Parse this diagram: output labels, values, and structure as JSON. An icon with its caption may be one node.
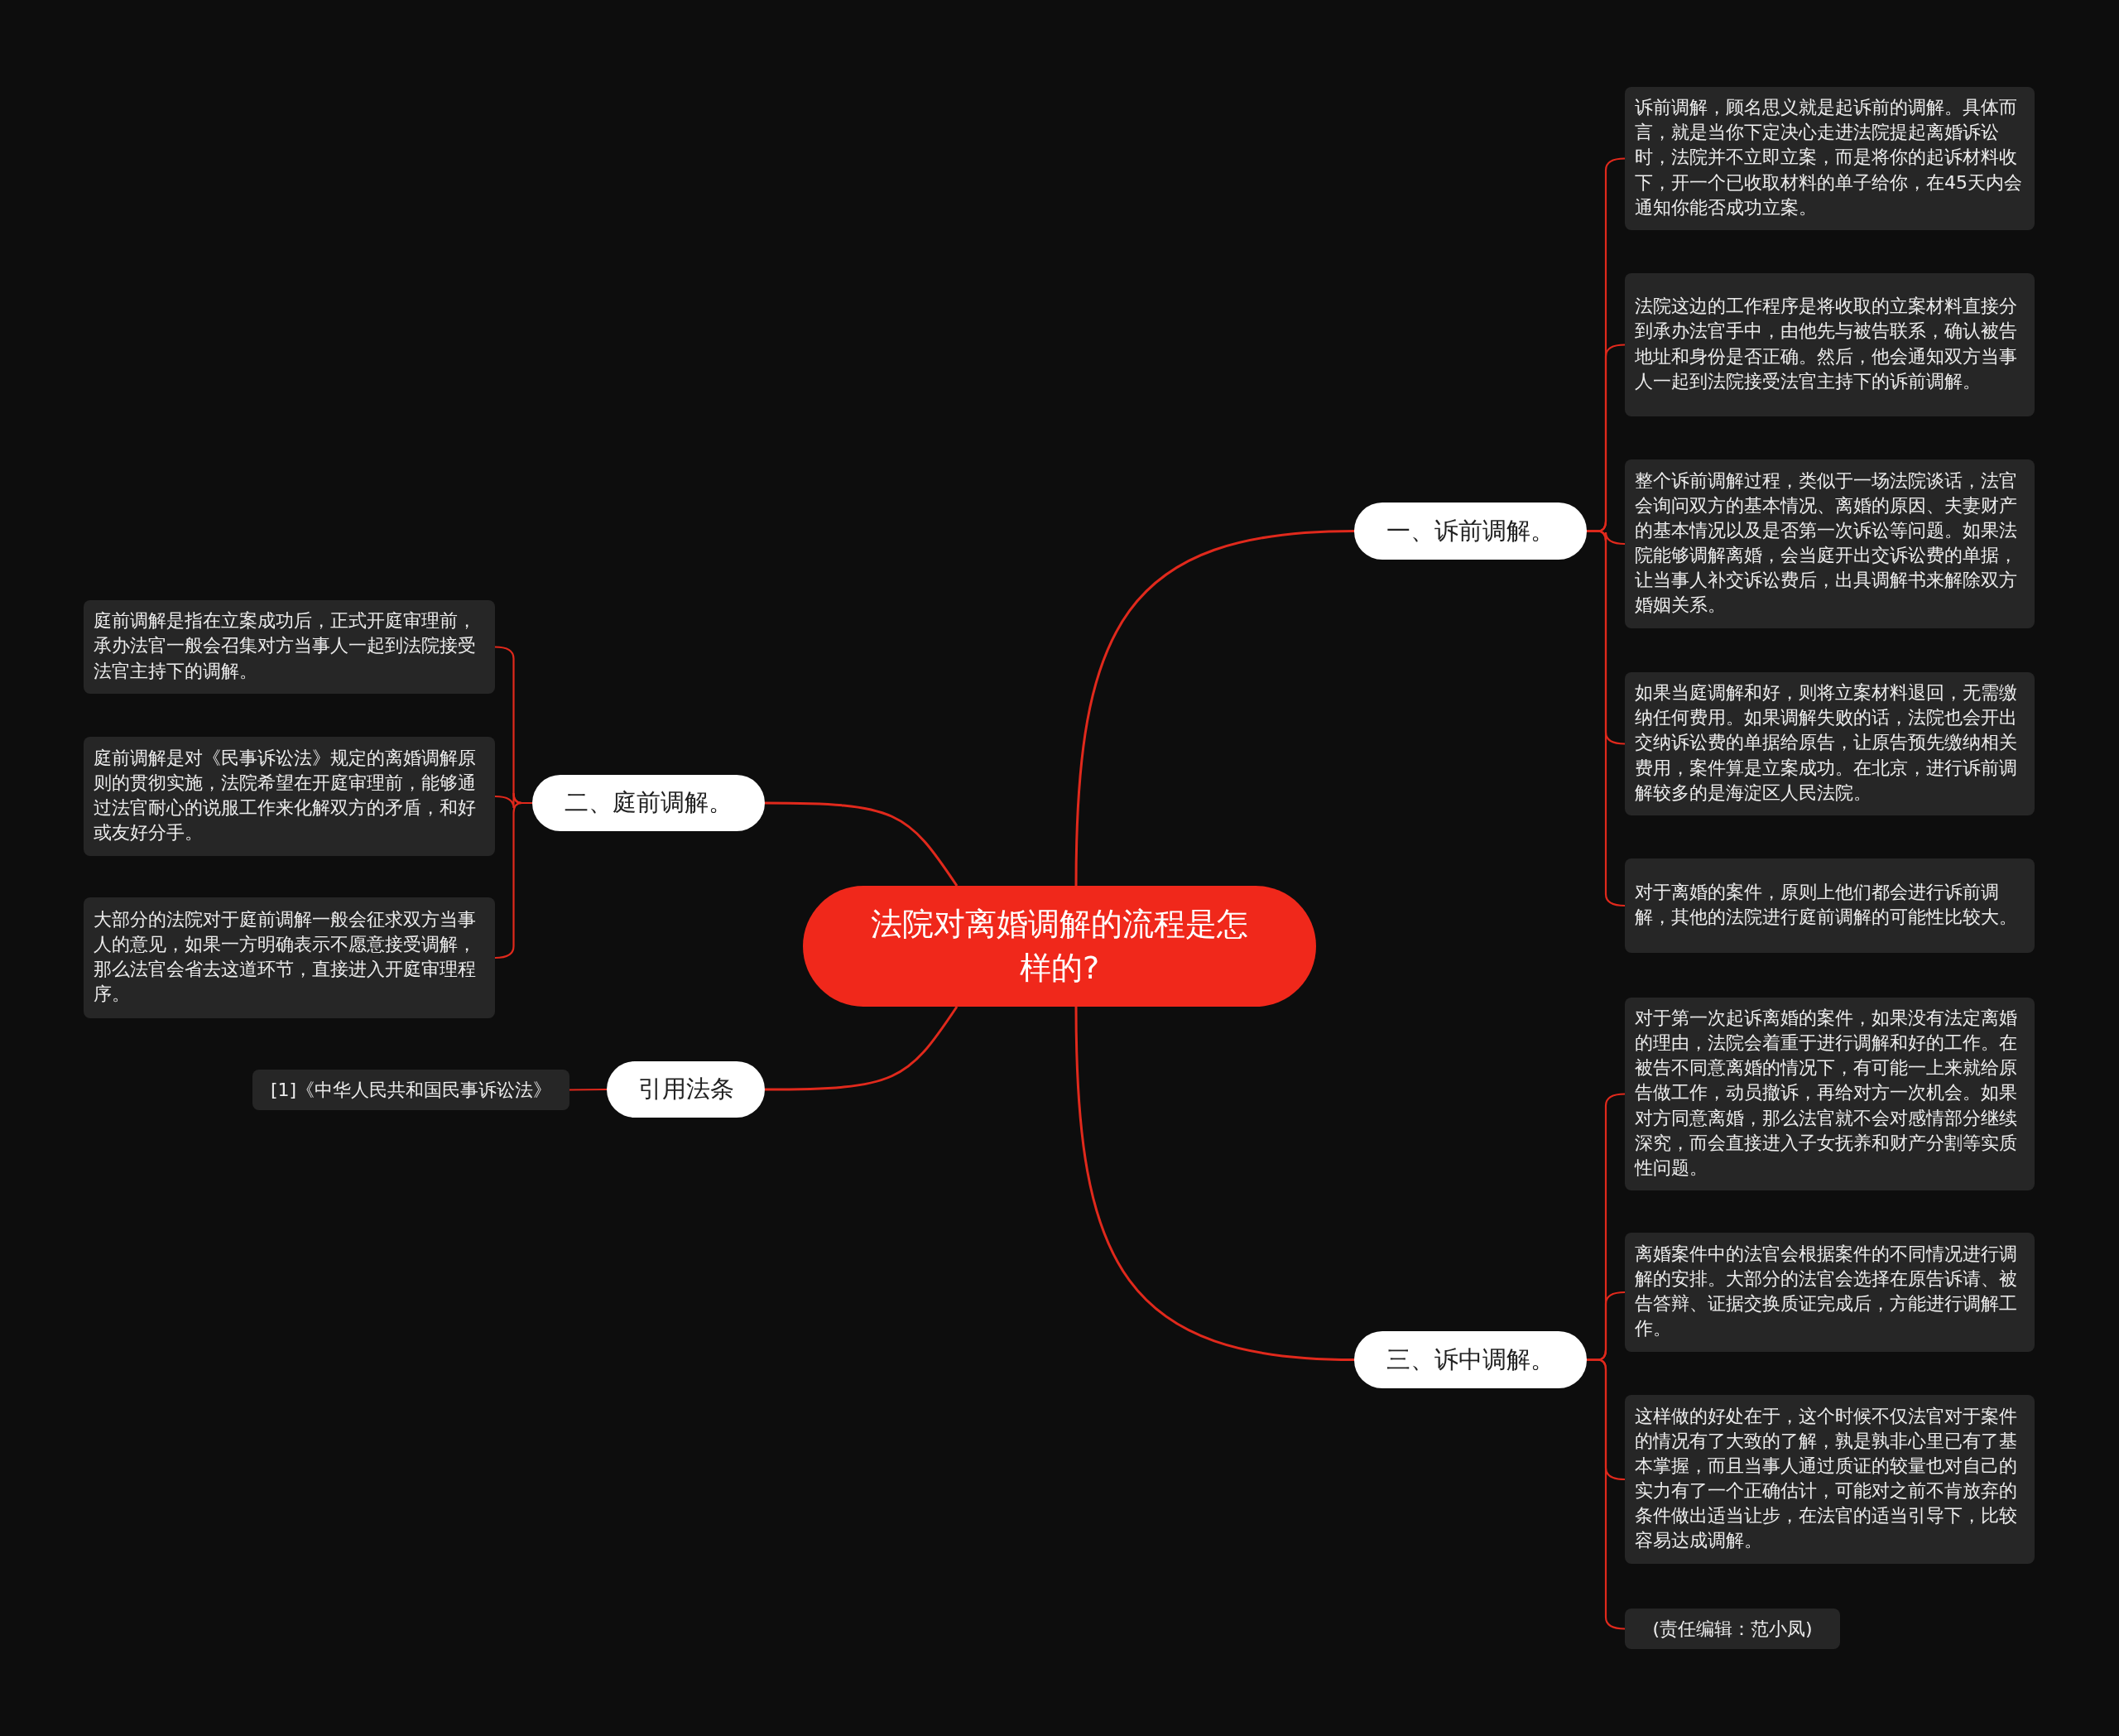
{
  "diagram": {
    "nodes": [
      {
        "text": [
          "法院对离婚调解的流程是怎样的?"
        ]
      },
      {
        "text": [
          "一、诉前调解。"
        ]
      },
      {
        "text": [
          "诉前调解，顾名思义就是起诉前的调解。具体而言，就是当你下定决心走进法院提起离婚诉讼时，法院并不立即立案，而是将你的起诉材料收下，开一个已收取材料的单子给你，在45天内会通知你能否成功立案。"
        ]
      },
      {
        "text": [
          "法院这边的工作程序是将收取的立案材料直接分到承办法官手中，由他先与被告联系，确认被告地址和身份是否正确。然后，他会通知双方当事人一起到法院接受法官主持下的诉前调解。"
        ]
      },
      {
        "text": [
          "整个诉前调解过程，类似于一场法院谈话，法官会询问双方的基本情况、离婚的原因、夫妻财产的基本情况以及是否第一次诉讼等问题。如果法院能够调解离婚，会当庭开出交诉讼费的单据，让当事人补交诉讼费后，出具调解书来解除双方婚姻关系。"
        ]
      },
      {
        "text": [
          "如果当庭调解和好，则将立案材料退回，无需缴纳任何费用。如果调解失败的话，法院也会开出交纳诉讼费的单据给原告，让原告预先缴纳相关费用，案件算是立案成功。在北京，进行诉前调解较多的是海淀区人民法院。"
        ]
      },
      {
        "text": [
          "对于离婚的案件，原则上他们都会进行诉前调解，其他的法院进行庭前调解的可能性比较大。"
        ]
      },
      {
        "text": [
          "二、庭前调解。"
        ]
      },
      {
        "text": [
          "庭前调解是指在立案成功后，正式开庭审理前，承办法官一般会召集对方当事人一起到法院接受法官主持下的调解。"
        ]
      },
      {
        "text": [
          "庭前调解是对《民事诉讼法》规定的离婚调解原则的贯彻实施，法院希望在开庭审理前，能够通过法官耐心的说服工作来化解双方的矛盾，和好或友好分手。"
        ]
      },
      {
        "text": [
          "大部分的法院对于庭前调解一般会征求双方当事人的意见，如果一方明确表示不愿意接受调解，那么法官会省去这道环节，直接进入开庭审理程序。"
        ]
      },
      {
        "text": [
          "引用法条"
        ]
      },
      {
        "text": [
          "[1]《中华人民共和国民事诉讼法》"
        ]
      },
      {
        "text": [
          "三、诉中调解。"
        ]
      },
      {
        "text": [
          "对于第一次起诉离婚的案件，如果没有法定离婚的理由，法院会着重于进行调解和好的工作。在被告不同意离婚的情况下，有可能一上来就给原告做工作，动员撤诉，再给对方一次机会。如果对方同意离婚，那么法官就不会对感情部分继续深究，而会直接进入子女抚养和财产分割等实质性问题。"
        ]
      },
      {
        "text": [
          "离婚案件中的法官会根据案件的不同情况进行调解的安排。大部分的法官会选择在原告诉请、被告答辩、证据交换质证完成后，方能进行调解工作。"
        ]
      },
      {
        "text": [
          "这样做的好处在于，这个时候不仅法官对于案件的情况有了大致的了解，孰是孰非心里已有了基本掌握，而且当事人通过质证的较量也对自己的实力有了一个正确估计，可能对之前不肯放弃的条件做出适当让步，在法官的适当引导下，比较容易达成调解。"
        ]
      },
      {
        "text": [
          "(责任编辑：范小凤)"
        ]
      }
    ],
    "edges": [
      {
        "from": 0,
        "to": 1,
        "arrow": "none"
      },
      {
        "from": 1,
        "to": 2,
        "arrow": "none"
      },
      {
        "from": 1,
        "to": 3,
        "arrow": "none"
      },
      {
        "from": 1,
        "to": 4,
        "arrow": "none"
      },
      {
        "from": 1,
        "to": 5,
        "arrow": "none"
      },
      {
        "from": 1,
        "to": 6,
        "arrow": "none"
      },
      {
        "from": 0,
        "to": 7,
        "arrow": "none"
      },
      {
        "from": 7,
        "to": 8,
        "arrow": "none"
      },
      {
        "from": 7,
        "to": 9,
        "arrow": "none"
      },
      {
        "from": 7,
        "to": 10,
        "arrow": "none"
      },
      {
        "from": 0,
        "to": 11,
        "arrow": "none"
      },
      {
        "from": 11,
        "to": 12,
        "arrow": "none"
      },
      {
        "from": 0,
        "to": 13,
        "arrow": "none"
      },
      {
        "from": 13,
        "to": 14,
        "arrow": "none"
      },
      {
        "from": 13,
        "to": 15,
        "arrow": "none"
      },
      {
        "from": 13,
        "to": 16,
        "arrow": "none"
      },
      {
        "from": 13,
        "to": 17,
        "arrow": "none"
      }
    ]
  }
}
